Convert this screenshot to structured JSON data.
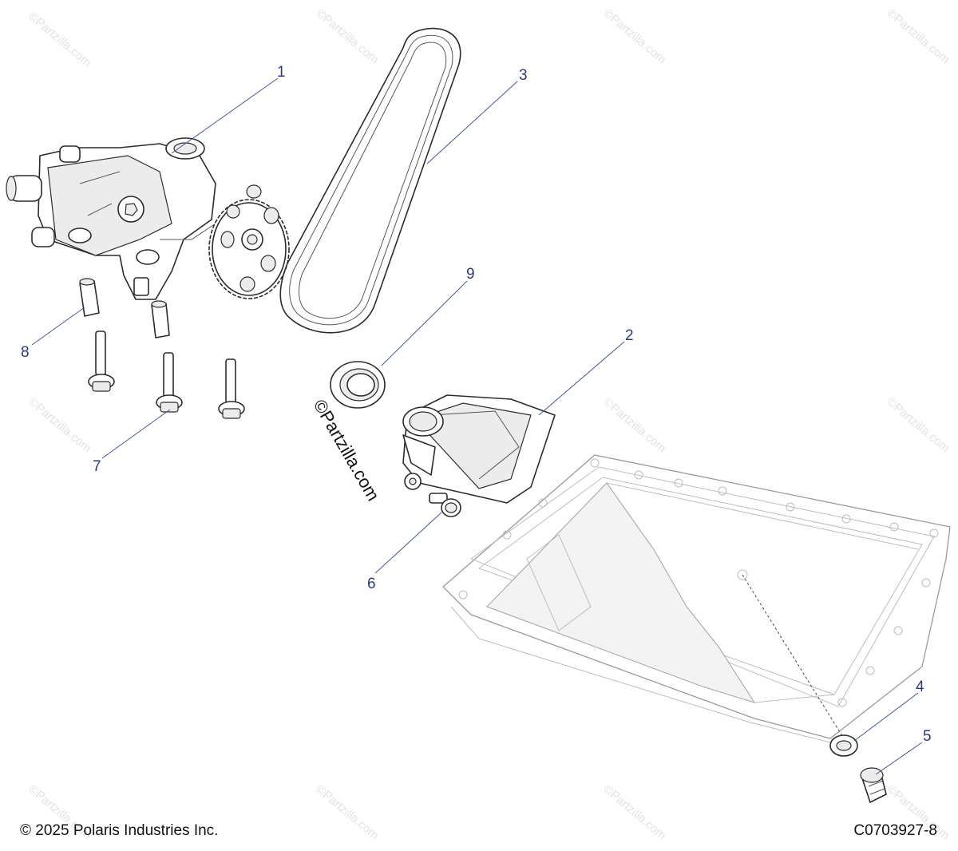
{
  "watermark": "©Partzilla.com",
  "footer": {
    "copyright": "© 2025 Polaris Industries Inc.",
    "diagram_code": "C0703927-8"
  },
  "callouts": [
    "1",
    "2",
    "3",
    "4",
    "5",
    "6",
    "7",
    "8",
    "9"
  ]
}
